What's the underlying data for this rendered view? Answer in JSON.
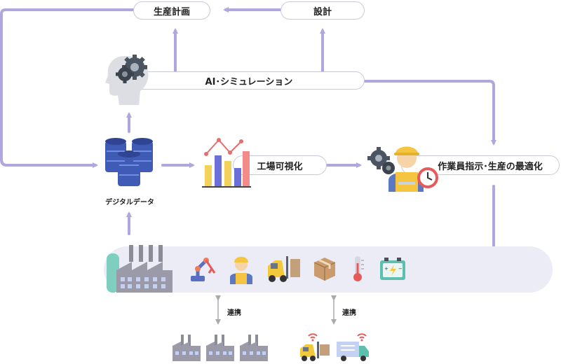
{
  "nodes": {
    "production_plan": "生産計画",
    "design": "設計",
    "ai_simulation": "AI･シミュレーション",
    "factory_visualization": "工場可視化",
    "worker_optimization": "作業員指示･生産の最適化",
    "digital_data": "デジタルデータ"
  },
  "links": {
    "left": "連携",
    "right": "連携"
  },
  "colors": {
    "flow_arrow": "#b1a6de",
    "pill_border": "#c9c9de",
    "band": "#ececf6",
    "database": "#3f5bb5"
  },
  "icons": [
    "brain-gear-icon",
    "database-icon",
    "bar-chart-icon",
    "worker-gear-clock-icon",
    "factory-icon",
    "robot-arm-icon",
    "worker-icon",
    "forklift-icon",
    "box-icon",
    "thermometer-icon",
    "battery-icon",
    "factory-small-icon",
    "forklift-wifi-icon",
    "truck-wifi-icon"
  ]
}
